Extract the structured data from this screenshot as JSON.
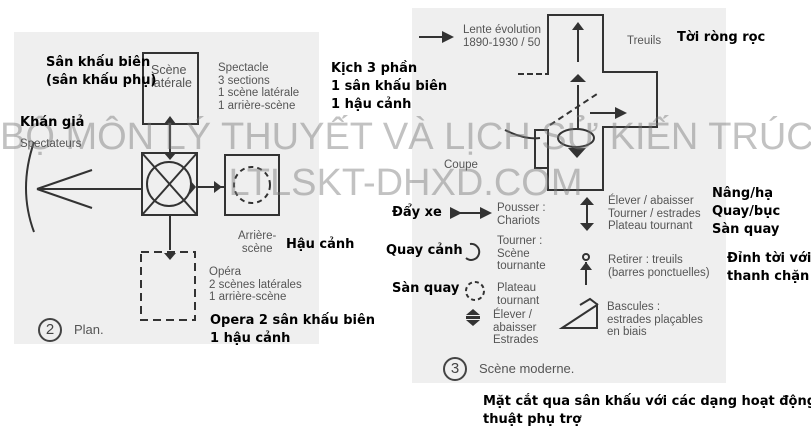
{
  "watermark": {
    "line1": "BỘ MÔN LÝ THUYẾT VÀ LỊCH SỬ KIẾN TRÚC",
    "line2": "LTLSKT-DHXD.COM"
  },
  "plan": {
    "number": "2",
    "caption": "Plan.",
    "scene_laterale": [
      "Scène",
      "latérale"
    ],
    "spectacle": [
      "Spectacle",
      "3 sections",
      "1 scène latérale",
      "1 arrière-scène"
    ],
    "spectateurs": "Spectateurs",
    "arriere_scene": [
      "Arrière-",
      "scène"
    ],
    "opera": [
      "Opéra",
      "2 scènes latérales",
      "1 arrière-scène"
    ],
    "vi": {
      "san_khau_bien": [
        "Sân khấu biên",
        "(sân khấu phụ)"
      ],
      "kich": [
        "Kịch 3 phần",
        "1 sân khấu biên",
        "1 hậu cảnh"
      ],
      "khan_gia": "Khán giả",
      "hau_canh": "Hậu cảnh",
      "opera": [
        "Opera 2 sân khấu biên",
        "1 hậu cảnh"
      ]
    }
  },
  "moderne": {
    "number": "3",
    "caption": "Scène moderne.",
    "lente": [
      "Lente évolution",
      "1890-1930 / 50"
    ],
    "treuils": "Treuils",
    "coupe": "Coupe",
    "legend_left": [
      {
        "icon": "double-arrow-icon",
        "text": [
          "Pousser :",
          "Chariots"
        ],
        "vi": "Đẩy xe"
      },
      {
        "icon": "rotate-icon",
        "text": [
          "Tourner :",
          "Scène",
          "tournante"
        ],
        "vi": "Quay cảnh"
      },
      {
        "icon": "dashed-rotate-icon",
        "text": [
          "Plateau",
          "tournant"
        ],
        "vi": "Sàn quay"
      },
      {
        "icon": "lift-icon",
        "text": [
          "Élever /",
          "abaisser",
          "Estrades"
        ]
      }
    ],
    "legend_right": [
      {
        "icon": "up-down-icon",
        "text": [
          "Élever / abaisser",
          "Tourner / estrades",
          "Plateau tournant"
        ],
        "vi": [
          "Nâng/hạ",
          "Quay/bục",
          "Sàn quay"
        ]
      },
      {
        "icon": "winch-icon",
        "text": [
          "Retirer : treuils",
          "(barres ponctuelles)"
        ],
        "vi": [
          "Đỉnh tời với",
          "thanh chặn"
        ]
      },
      {
        "icon": "tilt-icon",
        "text": [
          "Bascules :",
          "estrades plaçables",
          "en biais"
        ]
      }
    ],
    "vi": {
      "treuils": "Tời ròng rọc"
    }
  },
  "caption": [
    "Mặt cắt qua sân khấu với các dạng hoạt động kỹ",
    "thuật phụ trợ"
  ]
}
